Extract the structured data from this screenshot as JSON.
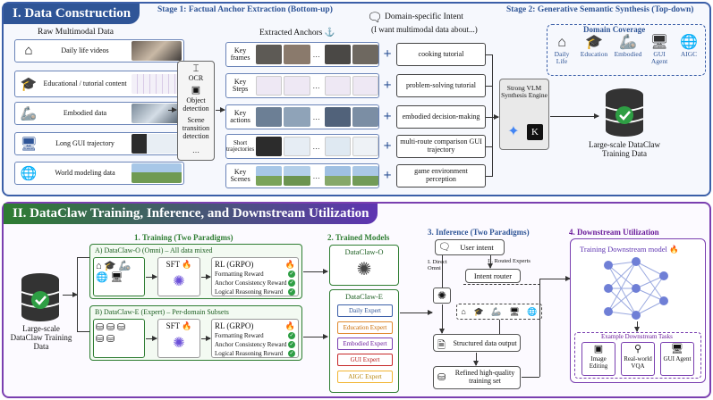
{
  "section1": {
    "title": "I. Data Construction",
    "stage1": "Stage 1: Factual Anchor Extraction (Bottom-up)",
    "stage2": "Stage 2: Generative Semantic Synthesis (Top-down)",
    "raw_title": "Raw Multimodal Data",
    "raw_items": [
      "Daily life videos",
      "Educational / tutorial content",
      "Embodied data",
      "Long GUI trajectory",
      "World modeling data"
    ],
    "tools": [
      "OCR",
      "Object detection",
      "Scene transition detection",
      "…"
    ],
    "anchors_title": "Extracted Anchors",
    "anchors": [
      "Key frames",
      "Key Steps",
      "Key actions",
      "Short trajectories",
      "Key Scenes"
    ],
    "intent_title": "Domain-specific Intent",
    "intent_sub": "(I want multimodal data about...)",
    "intents": [
      "cooking tutorial",
      "problem-solving tutorial",
      "embodied decision-making",
      "multi-route comparison GUI trajectory",
      "game environment perception"
    ],
    "engine": "Strong VLM Synthesis Engine",
    "domain_coverage_title": "Domain Coverage",
    "domains": [
      "Daily Life",
      "Education",
      "Embodied",
      "GUI Agent",
      "AIGC"
    ],
    "output_label": "Large-scale DataClaw Training Data",
    "dots": "…"
  },
  "section2": {
    "title": "II. DataClaw Training, Inference, and Downstream Utilization",
    "training_title": "1. Training (Two Paradigms)",
    "input_label": "Large-scale DataClaw Training Data",
    "paradigm_a": "A) DataClaw-O (Omni) – All data mixed",
    "paradigm_b": "B) DataClaw-E (Expert) – Per-domain Subsets",
    "sft": "SFT",
    "rl": "RL (GRPO)",
    "rewards": [
      "Formatting Reward",
      "Anchor Consistency Reward",
      "Logical Reasoning Reward"
    ],
    "models_title": "2. Trained Models",
    "model_o": "DataClaw-O",
    "model_e": "DataClaw-E",
    "experts": [
      "Daily Expert",
      "Education Expert",
      "Embodied Expert",
      "GUI Expert",
      "AIGC Expert"
    ],
    "inference_title": "3. Inference (Two Paradigms)",
    "user_intent": "User intent",
    "direct_omni": "I. Direct Omni",
    "routed": "II. Routed Experts",
    "router": "Intent router",
    "structured": "Structured data output",
    "refined": "Refined high-quality training set",
    "downstream_title": "4. Downstream Utilization",
    "downstream_model": "Training Downstream model",
    "example_title": "Example Downstream Tasks",
    "tasks": [
      "Image Editing",
      "Real-world VQA",
      "GUI Agent"
    ]
  },
  "colors": {
    "sec1_border": "#3b5fa8",
    "sec2_border": "#7a3fb0",
    "stage_text": "#2f5597",
    "train_text": "#2e7d32",
    "downstream_text": "#6a1b9a",
    "check": "#2e9e44"
  },
  "icons": [
    "home-icon",
    "graduation-cap-icon",
    "robot-arm-icon",
    "monitor-icon",
    "globe-icon",
    "fire-icon",
    "database-icon",
    "brain-icon",
    "check-icon",
    "anchor-icon",
    "chat-icon"
  ]
}
